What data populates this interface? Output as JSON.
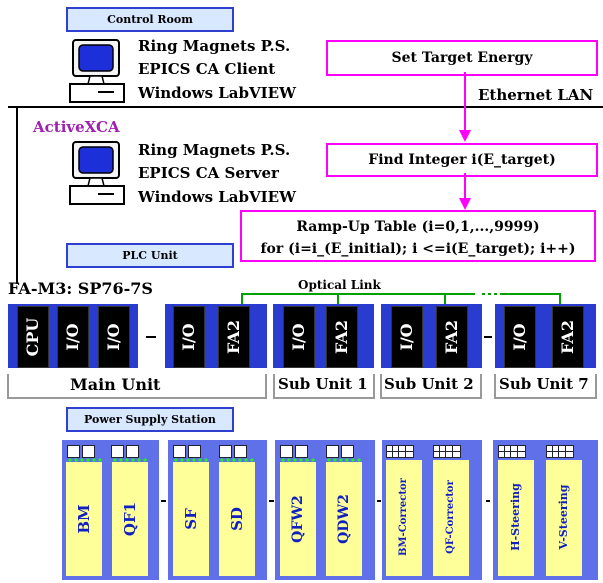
{
  "control_room": {
    "label": "Control Room"
  },
  "client": {
    "line1": "Ring Magnets P.S.",
    "line2": "EPICS CA Client",
    "line3": "Windows LabVIEW"
  },
  "activexca": {
    "label": "ActiveXCA"
  },
  "ethernet": {
    "label": "Ethernet LAN"
  },
  "server": {
    "line1": "Ring Magnets P.S.",
    "line2": "EPICS CA Server",
    "line3": "Windows LabVIEW"
  },
  "flow": {
    "step1": "Set Target Energy",
    "step2": "Find Integer i(E_target)",
    "step3_line1": "Ramp-Up Table (i=0,1,...,9999)",
    "step3_line2": "for (i=i_(E_initial); i <=i(E_target); i++)"
  },
  "plc_unit": {
    "label": "PLC Unit"
  },
  "plc_model": {
    "label": "FA-M3: SP76-7S"
  },
  "optical_link": {
    "label": "Optical Link"
  },
  "modules": {
    "m1": "CPU",
    "m2": "I/O",
    "m3": "I/O",
    "m4": "I/O",
    "m5": "FA2",
    "m6": "I/O",
    "m7": "FA2",
    "m8": "I/O",
    "m9": "FA2",
    "m10": "I/O",
    "m11": "FA2"
  },
  "units": {
    "main": "Main Unit",
    "sub1": "Sub Unit 1",
    "sub2": "Sub Unit 2",
    "sub7": "Sub Unit 7"
  },
  "ps_station": {
    "label": "Power Supply Station"
  },
  "power_supplies": {
    "p1": "BM",
    "p2": "QF1",
    "p3": "SF",
    "p4": "SD",
    "p5": "QFW2",
    "p6": "QDW2",
    "p7": "BM-Corrector",
    "p8": "QF-Corrector",
    "p9": "H-Steering",
    "p10": "V-Steering"
  },
  "colors": {
    "link": "#ff00ff",
    "box_border": "#2f3fd0",
    "box_fill": "#d8e8ff",
    "optical": "#00a000",
    "ps_body": "#6070e8",
    "ps_panel": "#ffff99"
  }
}
